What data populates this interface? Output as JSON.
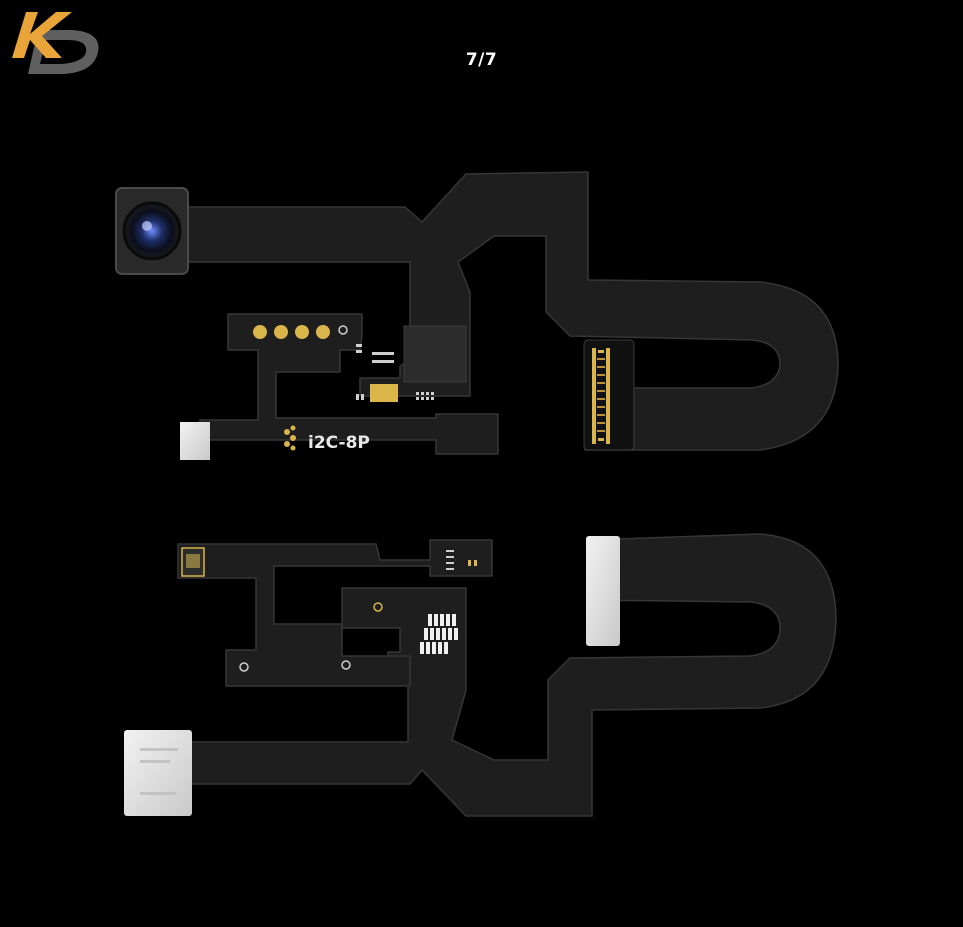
{
  "viewer": {
    "counter": "7/7"
  },
  "logo": {
    "text": "KD",
    "primary_color": "#e9a53a",
    "secondary_color": "#6a6a6a"
  },
  "flex_top": {
    "silkscreen_label": "i2C-8P"
  },
  "colors": {
    "background": "#000000",
    "flex_body": "#1e1e1e",
    "flex_edge": "#3a3a3a",
    "gold_pad": "#d9b54a",
    "stiffener": "#dcdcdc"
  }
}
